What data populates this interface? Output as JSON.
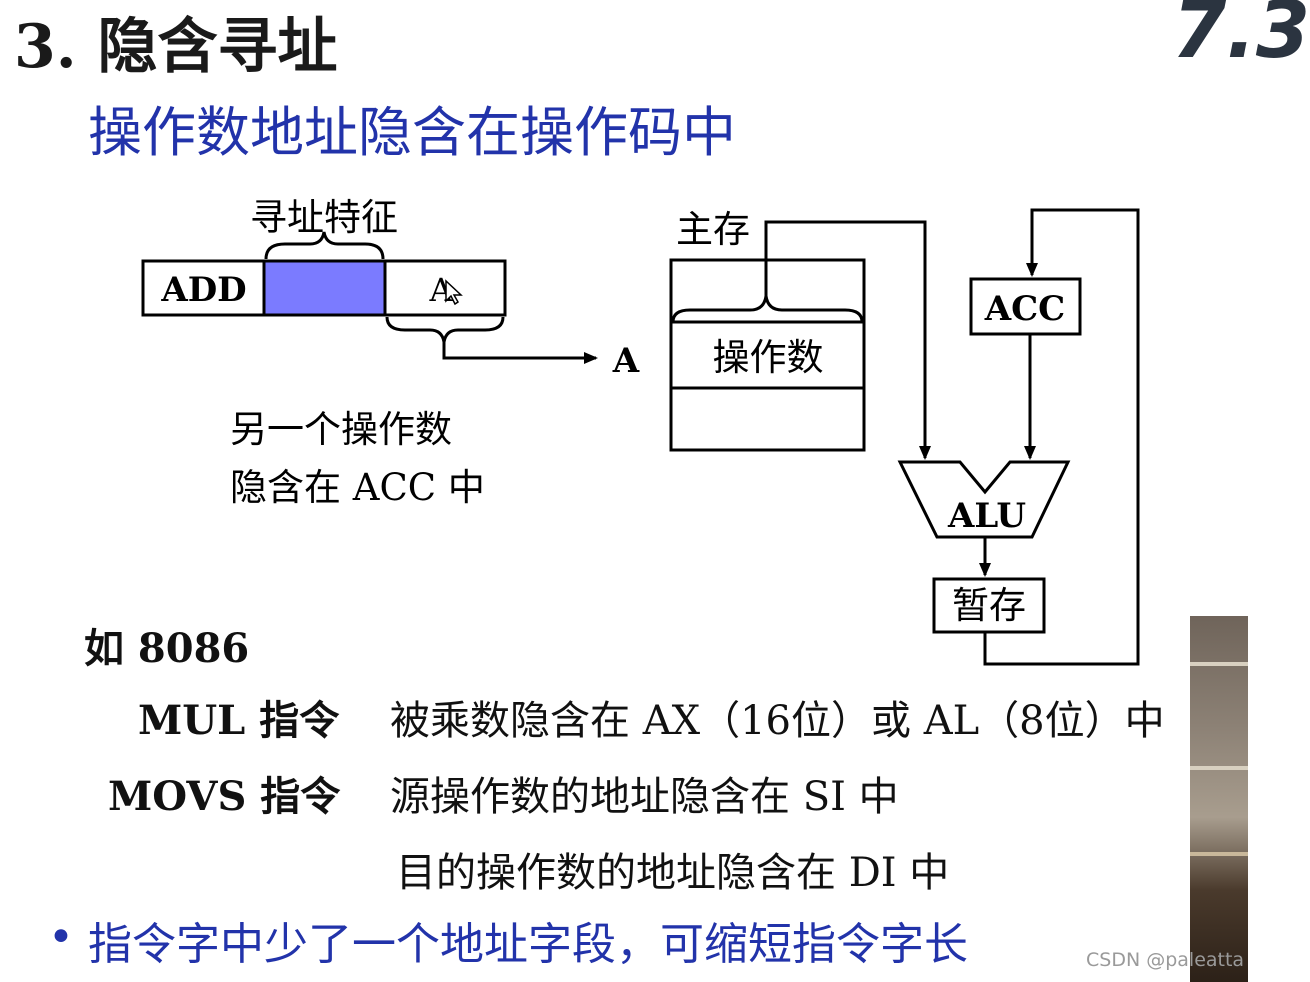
{
  "header": {
    "title": "3. 隐含寻址",
    "section_number": "7.3",
    "subtitle": "操作数地址隐含在操作码中"
  },
  "instruction": {
    "opcode": "ADD",
    "address_field": "A",
    "addressing_feature_label": "寻址特征",
    "pointer_target": "A",
    "note_line1": "另一个操作数",
    "note_line2": "隐含在 ACC 中"
  },
  "memory": {
    "label": "主存",
    "operand_cell": "操作数"
  },
  "datapath": {
    "acc": "ACC",
    "alu": "ALU",
    "temp": "暂存"
  },
  "examples": {
    "intro": "如 8086",
    "rows": [
      {
        "instr": "MUL 指令",
        "desc": "被乘数隐含在 AX（16位）或 AL（8位）中"
      },
      {
        "instr": "MOVS 指令",
        "desc": "源操作数的地址隐含在 SI 中"
      },
      {
        "instr": "",
        "desc": "目的操作数的地址隐含在 DI 中"
      }
    ]
  },
  "bullet": {
    "text": "指令字中少了一个地址字段，可缩短指令字长"
  },
  "watermark": "CSDN @paleatta",
  "colors": {
    "title_blue": "#2233aa",
    "feature_field_fill": "#7b7bff"
  }
}
